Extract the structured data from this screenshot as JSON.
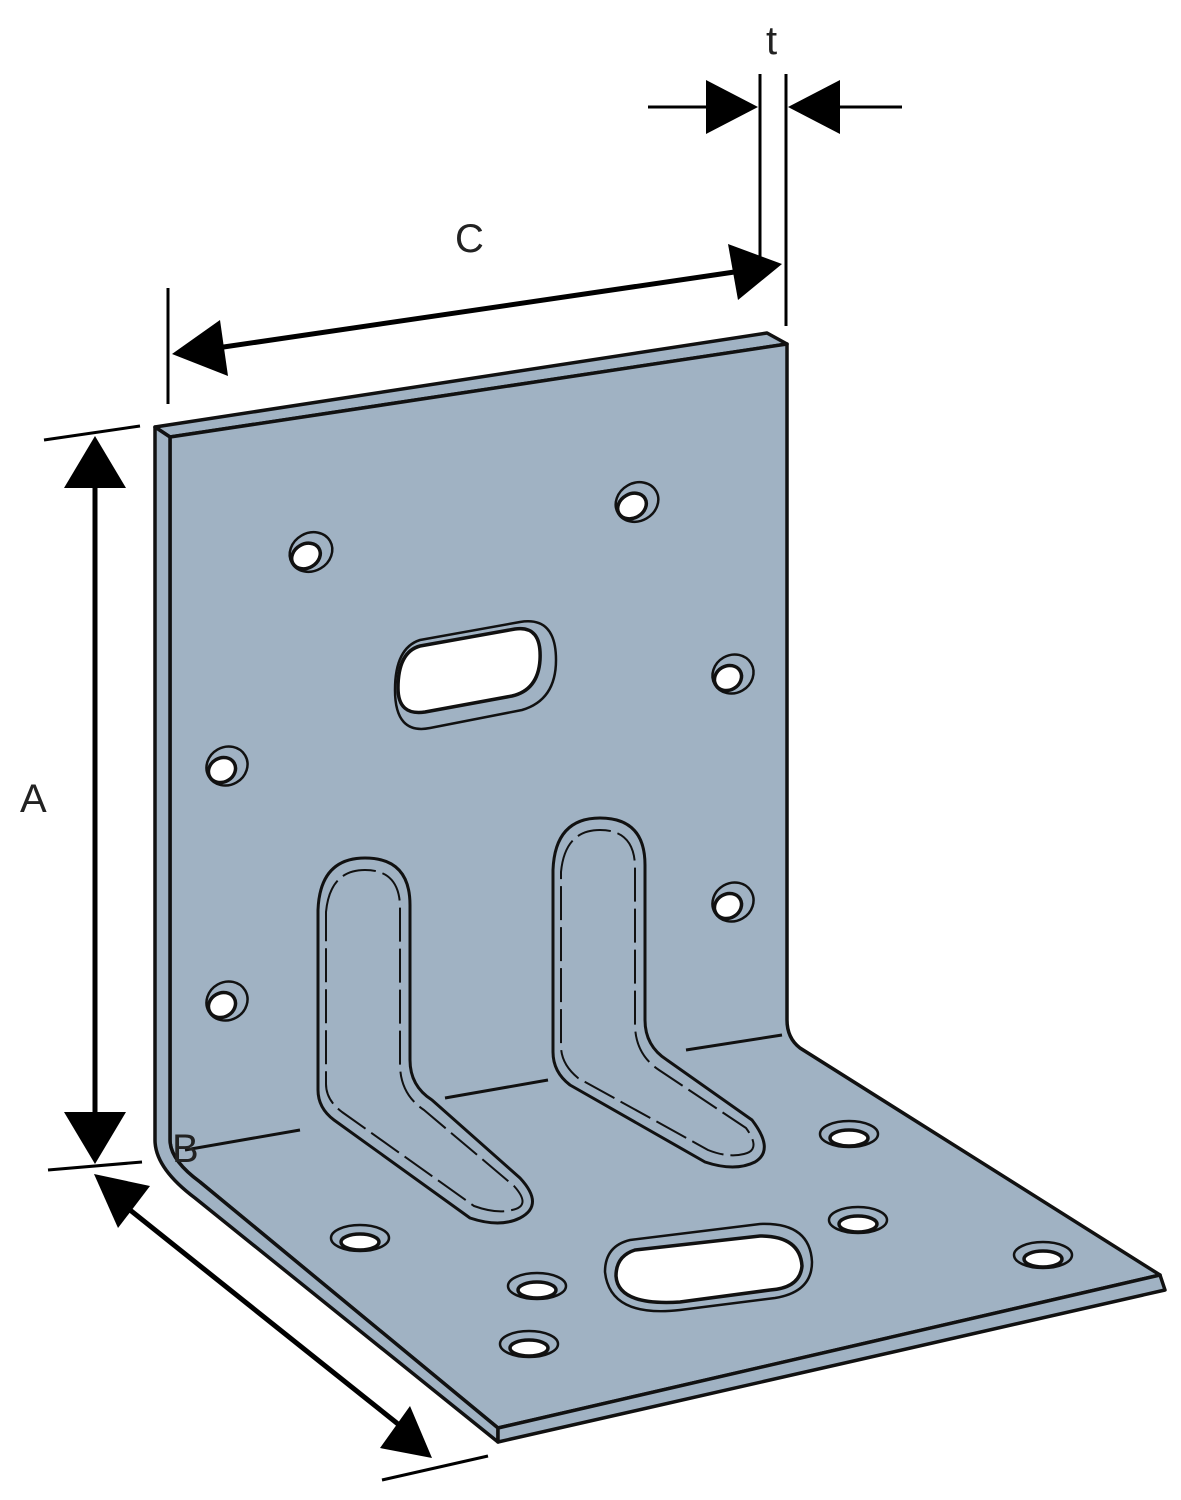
{
  "figure": {
    "labels": {
      "a": "A",
      "b": "B",
      "c": "C",
      "t": "t"
    },
    "colors": {
      "metal": "#a0b2c3",
      "line": "#111111",
      "background": "#ffffff"
    }
  }
}
